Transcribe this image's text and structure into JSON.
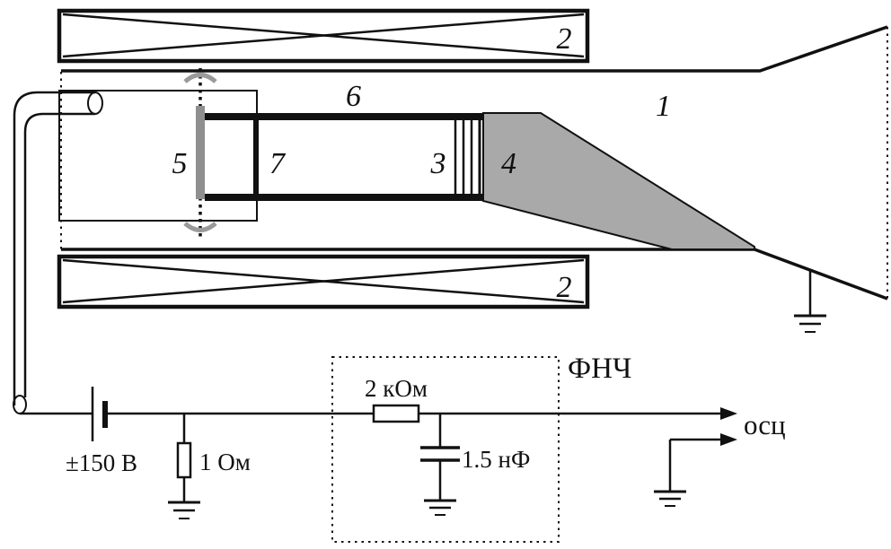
{
  "figure": {
    "part_labels": {
      "part1": "1",
      "coil_top": "2",
      "coil_bottom": "2",
      "part3": "3",
      "part4": "4",
      "part5": "5",
      "part6": "6",
      "part7": "7"
    },
    "circuit": {
      "battery_label": "±150 В",
      "shunt_resistor_label": "1 Ом",
      "filter_resistor_label": "2 кОм",
      "filter_capacitor_label": "1.5 нФ",
      "filter_title": "ФНЧ",
      "oscilloscope_label": "осц"
    },
    "colors": {
      "line": "#111111",
      "gray_fill": "#a9a9a9",
      "rotation_arrow": "#9a9a9a",
      "background": "#ffffff"
    }
  }
}
